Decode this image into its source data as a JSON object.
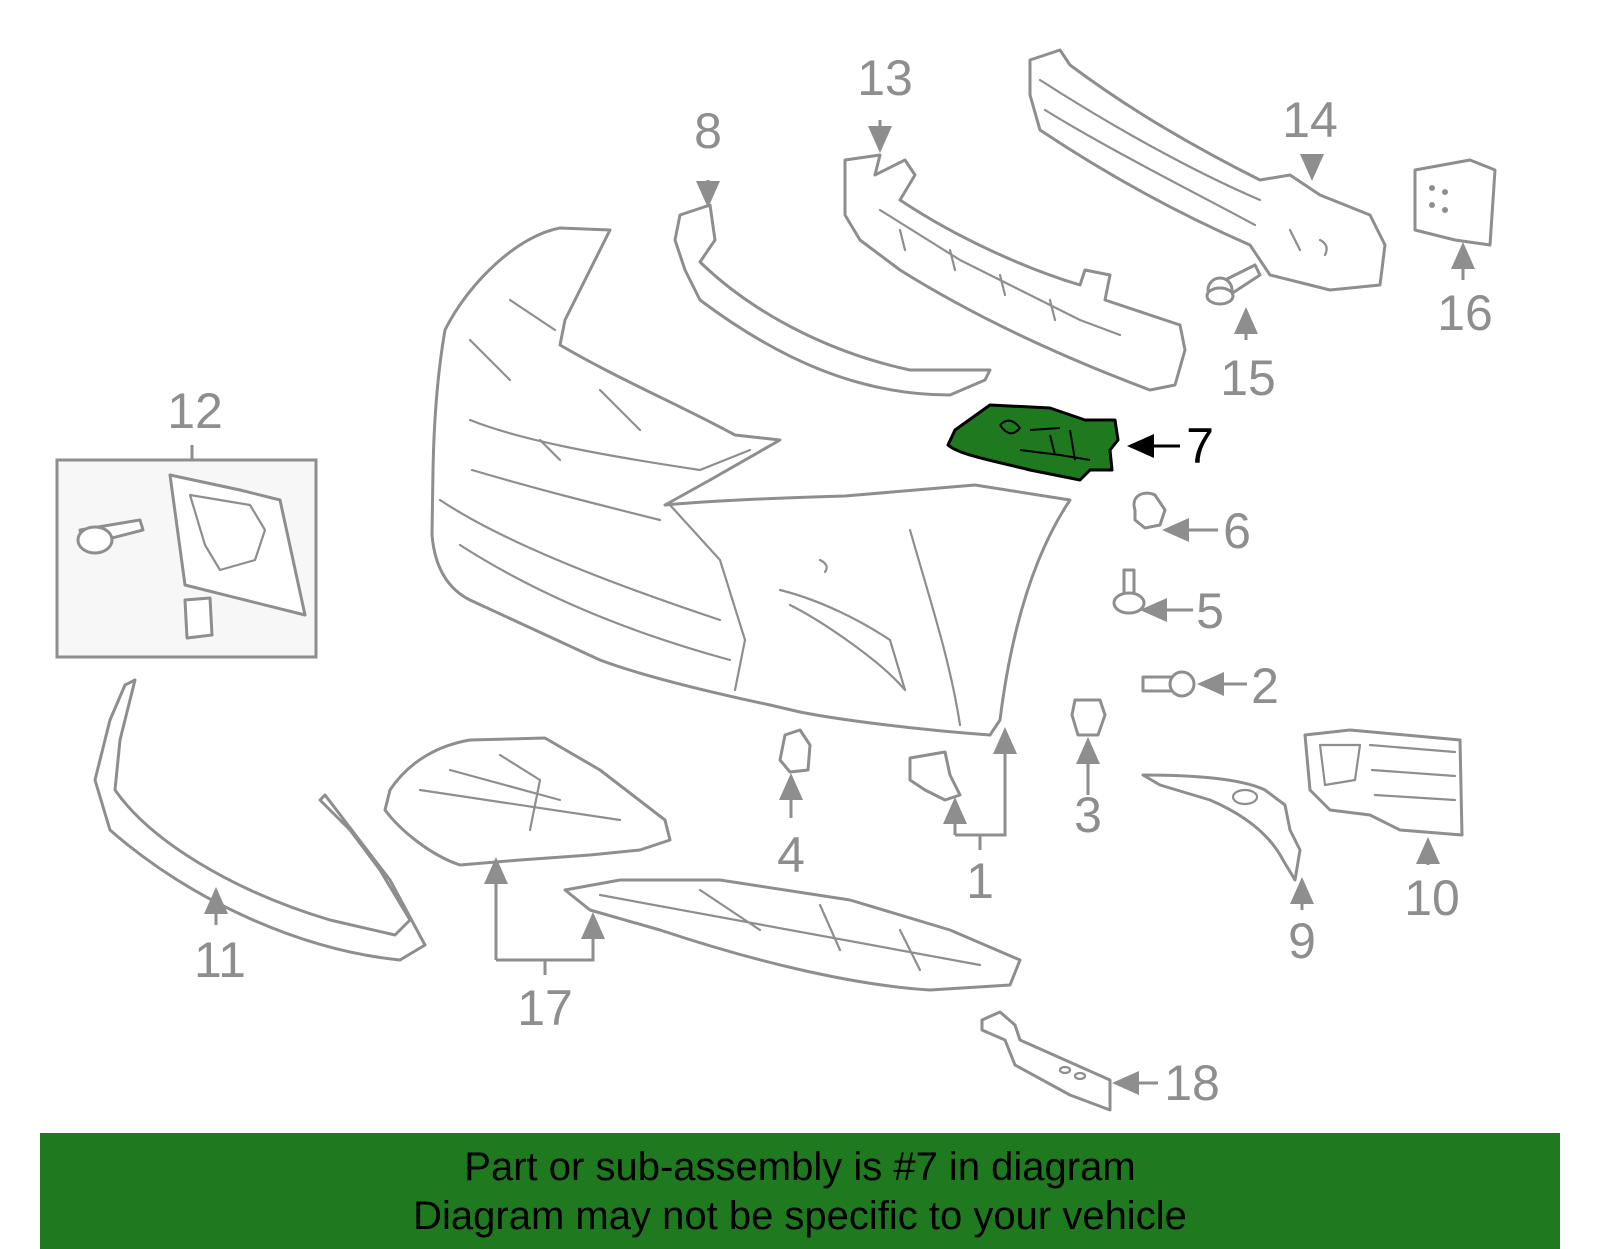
{
  "diagram": {
    "highlighted_part": "7",
    "callouts": [
      "1",
      "2",
      "3",
      "4",
      "5",
      "6",
      "7",
      "8",
      "9",
      "10",
      "11",
      "12",
      "13",
      "14",
      "15",
      "16",
      "17",
      "18"
    ]
  },
  "banner": {
    "line1": "Part or sub-assembly is #7 in diagram",
    "line2": "Diagram may not be specific to your vehicle"
  },
  "colors": {
    "highlight": "#1f7a1f",
    "line": "#8e8e8e",
    "banner_bg": "#1f7a1f"
  }
}
